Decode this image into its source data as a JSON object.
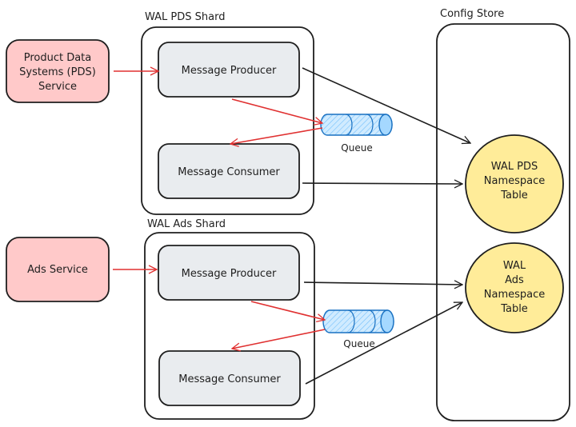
{
  "colors": {
    "service_fill": "#ffc9c9",
    "component_fill": "#e9ecef",
    "table_fill": "#ffec99",
    "queue_fill": "#a5d8ff",
    "queue_stroke": "#1971c2",
    "red_arrow": "#e03131",
    "stroke": "#1e1e1e"
  },
  "pds_service": {
    "lines": [
      "Product Data",
      "Systems (PDS)",
      "Service"
    ]
  },
  "ads_service": {
    "lines": [
      "Ads Service"
    ]
  },
  "pds_shard": {
    "title": "WAL PDS Shard",
    "producer": "Message Producer",
    "consumer": "Message Consumer",
    "queue": "Queue"
  },
  "ads_shard": {
    "title": "WAL Ads Shard",
    "producer": "Message Producer",
    "consumer": "Message Consumer",
    "queue": "Queue"
  },
  "config_store": {
    "title": "Config Store",
    "pds_table": {
      "lines": [
        "WAL PDS",
        "Namespace",
        "Table"
      ]
    },
    "ads_table": {
      "lines": [
        "WAL",
        "Ads",
        "Namespace",
        "Table"
      ]
    }
  }
}
